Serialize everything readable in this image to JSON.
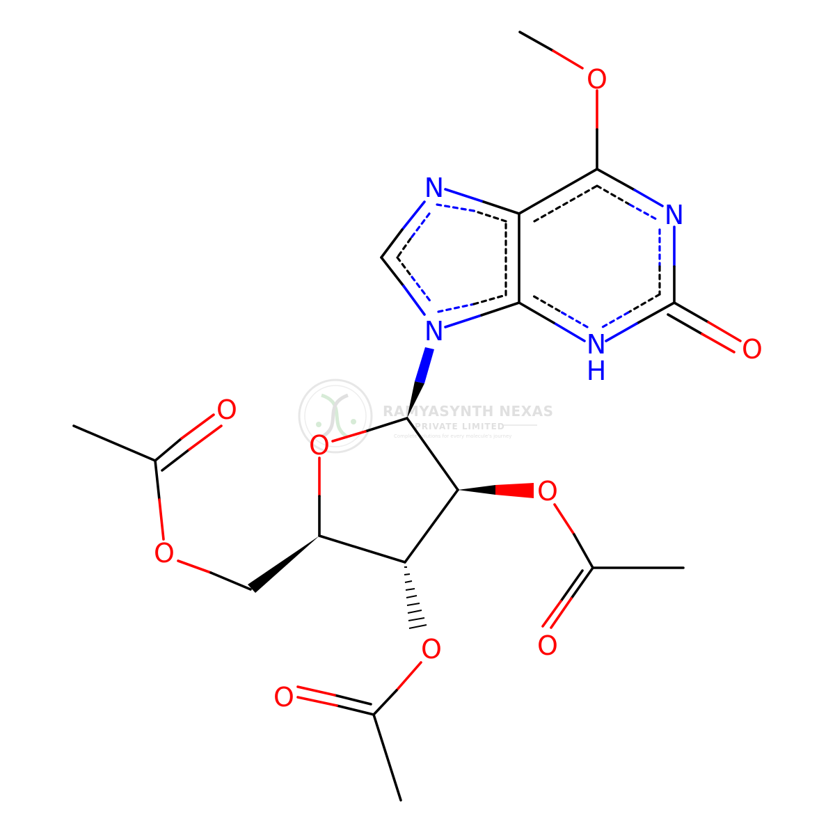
{
  "colors": {
    "carbon": "#000000",
    "nitrogen": "#0000ff",
    "oxygen": "#ff0000",
    "background": "#ffffff",
    "watermark": "#c8c8c8"
  },
  "atoms": {
    "o_methoxy": "O",
    "n_imidazole_top": "N",
    "n_ring_top_right": "N",
    "o_carbonyl_right": "O",
    "n_h": "N",
    "h_nh": "H",
    "n9": "N",
    "o_acetyl_left_carbonyl": "O",
    "o_ring": "O",
    "o_acetyl_left_ester": "O",
    "o_acetyl_right_ester": "O",
    "o_acetyl_right_carbonyl": "O",
    "o_acetyl_bottom_ester": "O",
    "o_acetyl_bottom_carbonyl": "O"
  },
  "watermark": {
    "company": "RAMYASYNTH NEXAS",
    "subtitle": "PRIVATE LIMITED",
    "tagline": "Complete solutions for every molecule's journey",
    "icon": "dna-leaf-logo-icon"
  }
}
